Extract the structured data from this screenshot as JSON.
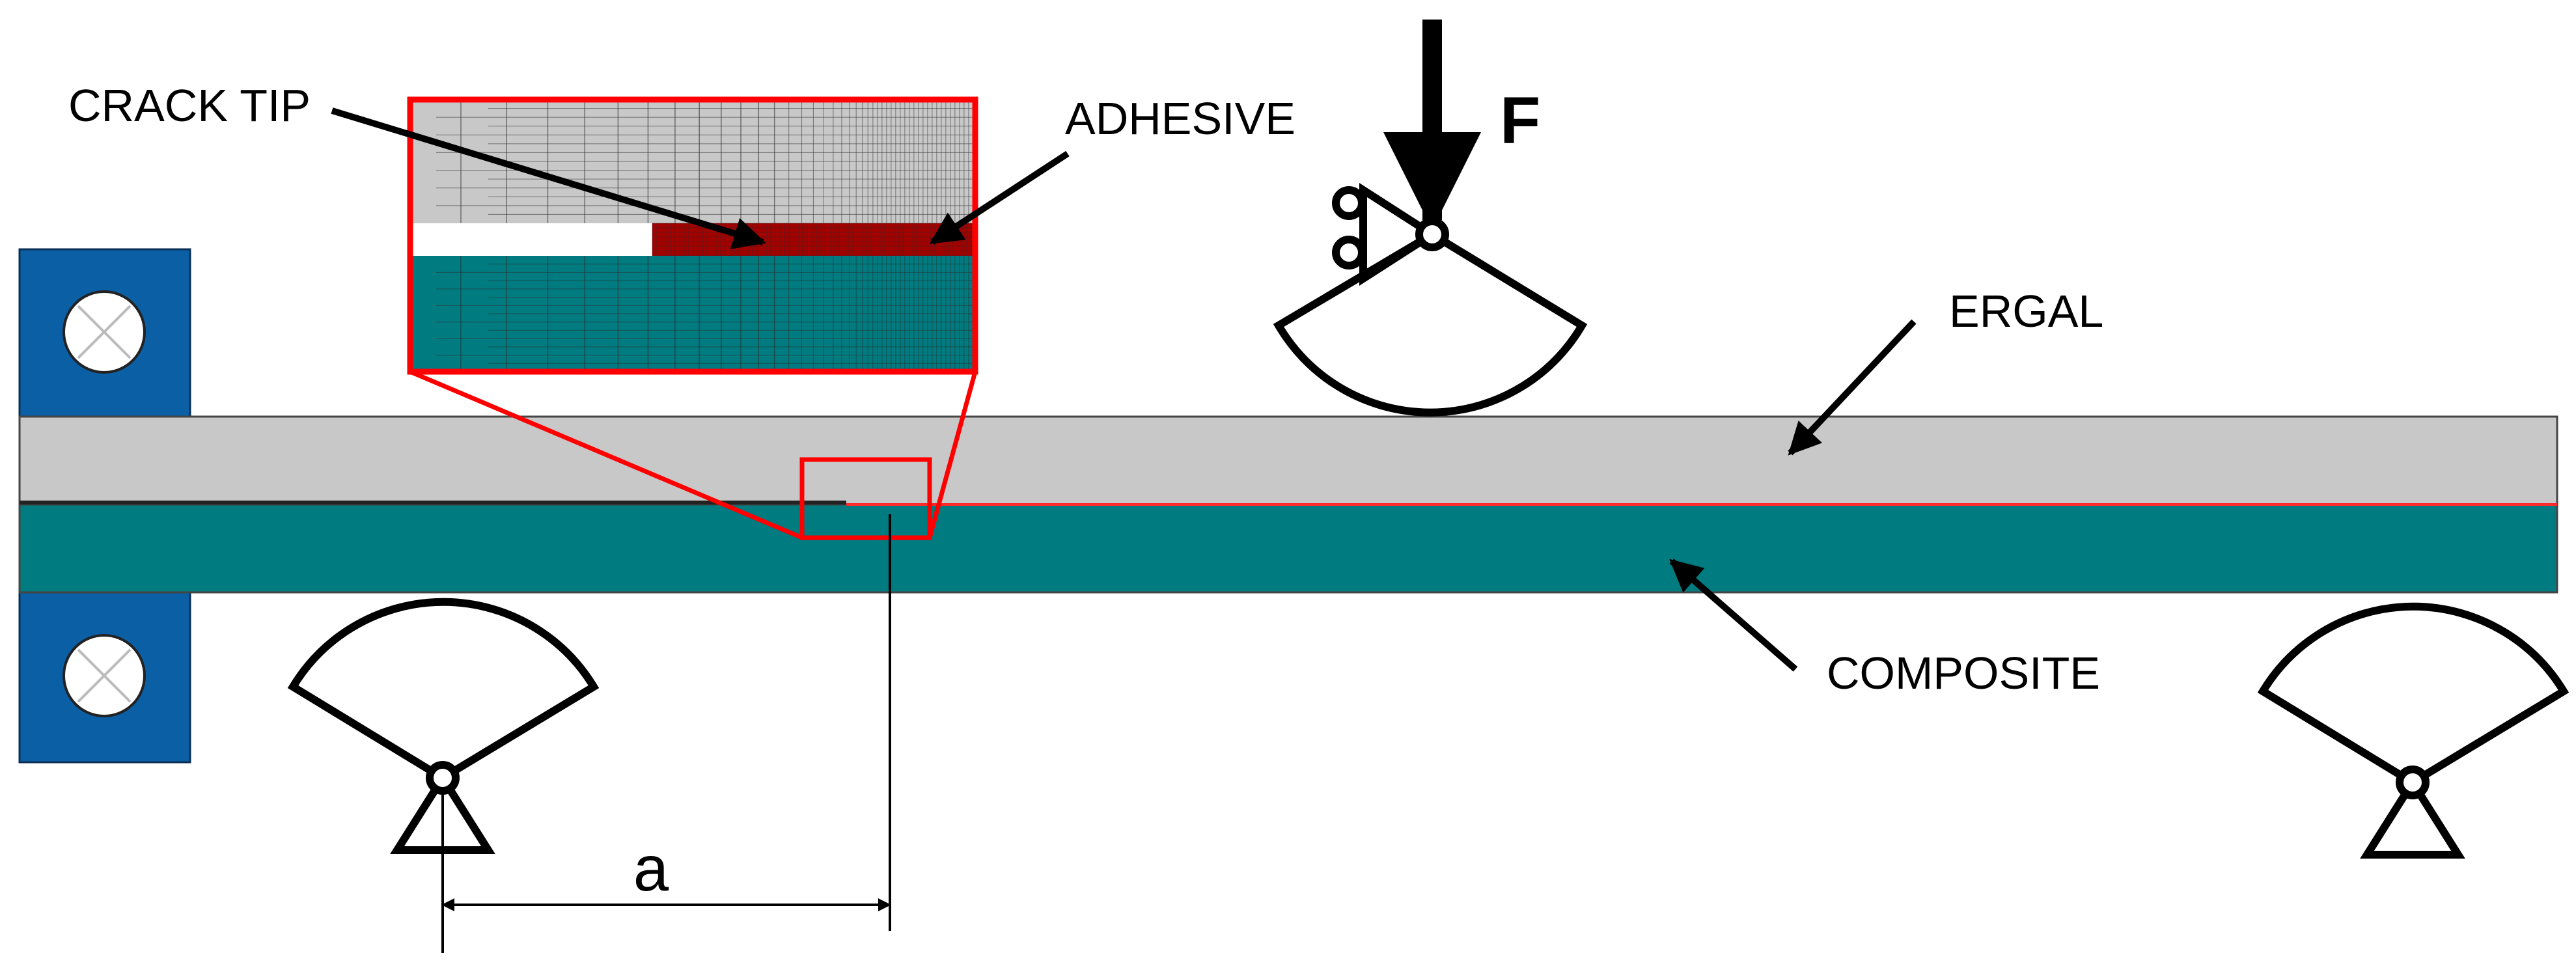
{
  "labels": {
    "crack_tip": "CRACK TIP",
    "adhesive": "ADHESIVE",
    "force": "F",
    "ergal": "ERGAL",
    "composite": "COMPOSITE",
    "crack_length": "a"
  },
  "colors": {
    "clamp_blue": "#0b5fa5",
    "ergal_grey": "#c8c8c8",
    "composite_teal": "#007b80",
    "adhesive_red": "#a40000",
    "highlight_red": "#ff0000",
    "outline": "#000000",
    "mesh_line": "#2c2c2c"
  }
}
